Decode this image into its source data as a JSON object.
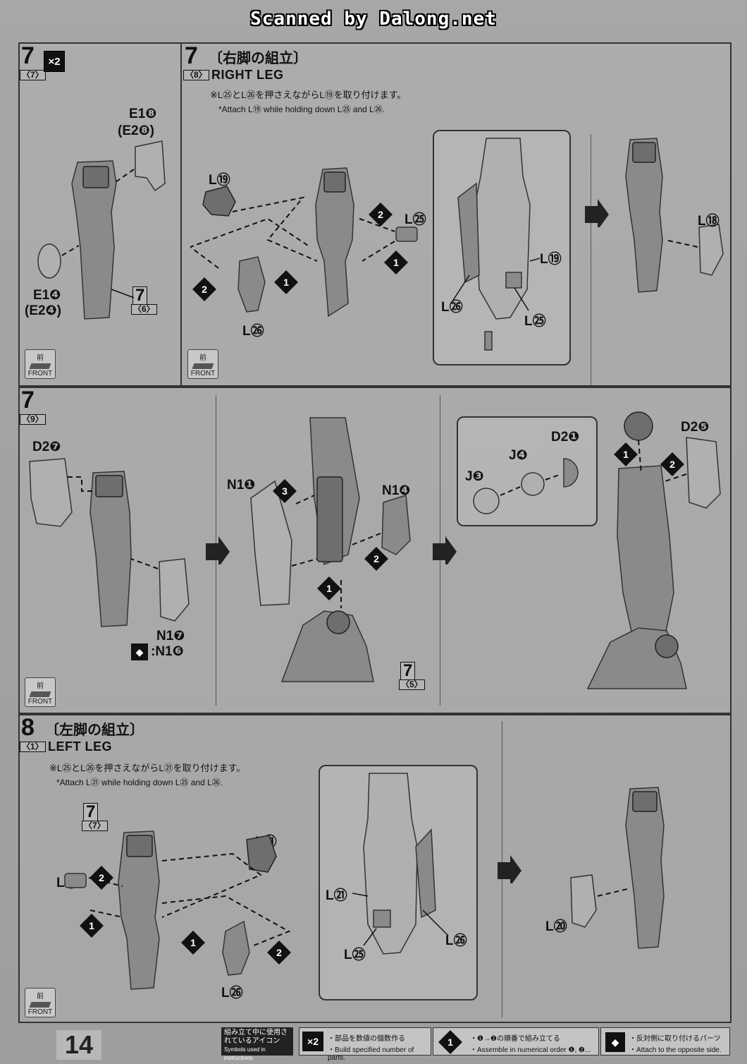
{
  "watermark": "Scanned by Dalong.net",
  "step7a": {
    "number": "7",
    "sub": "〈7〉",
    "multiplier": "×2",
    "labels": {
      "e1_8": "E1❽",
      "e2_8": "(E2❽)",
      "e1_4": "E1❹",
      "e2_4": "(E2❹)",
      "ref7": "7",
      "ref7sub": "〈6〉"
    }
  },
  "step7b": {
    "number": "7",
    "sub": "〈8〉",
    "title_jp": "〔右脚の組立〕",
    "title_en": "RIGHT LEG",
    "note_jp": "※L㉕とL㉖を押さえながらL⑲を取り付けます。",
    "note_en": "*Attach L⑲ while holding down L㉕ and L㉖.",
    "labels": {
      "l19": "L⑲",
      "l25": "L㉕",
      "l26": "L㉖",
      "l18": "L⑱",
      "inset_l19": "L⑲",
      "inset_l26": "L㉖",
      "inset_l25": "L㉕"
    }
  },
  "step7c": {
    "number": "7",
    "sub": "〈9〉",
    "labels": {
      "d2_7": "D2❼",
      "n1_7": "N1❼",
      "n1_6": ":N1❻",
      "n1_1": "N1❶",
      "n1_4": "N1❹",
      "ref7": "7",
      "ref7sub": "〈5〉",
      "d2_1": "D2❶",
      "j4": "J❹",
      "j3": "J❸",
      "d2_5": "D2❺"
    }
  },
  "step8": {
    "number": "8",
    "sub": "〈1〉",
    "title_jp": "〔左脚の組立〕",
    "title_en": "LEFT LEG",
    "note_jp": "※L㉕とL㉖を押さえながらL㉑を取り付けます。",
    "note_en": "*Attach L㉑ while holding down L㉕ and L㉖.",
    "labels": {
      "ref7": "7",
      "ref7sub": "〈7〉",
      "l25": "L㉕",
      "l21": "L㉑",
      "l26": "L㉖",
      "inset_l21": "L㉑",
      "inset_l25": "L㉕",
      "inset_l26": "L㉖",
      "l20": "L⑳"
    }
  },
  "front": {
    "jp": "前",
    "en": "FRONT"
  },
  "order_numbers": [
    "1",
    "2",
    "3"
  ],
  "footer": {
    "page_number": "14",
    "legend_title_jp": "組み立て中に使用されているアイコン",
    "legend_title_en": "Symbols used in instructions",
    "legend_x2_icon": "×2",
    "legend_x2_jp": "・部品を数値の個数作る",
    "legend_x2_en": "・Build specified number of parts.",
    "legend_order_icon": "1",
    "legend_order_jp": "・❶→❷の順番で組み立てる",
    "legend_order_en": "・Assemble in numerical order ❶, ❷...",
    "legend_opp_jp": "・反対側に取り付けるパーツ",
    "legend_opp_en": "・Attach to the opposite side."
  }
}
